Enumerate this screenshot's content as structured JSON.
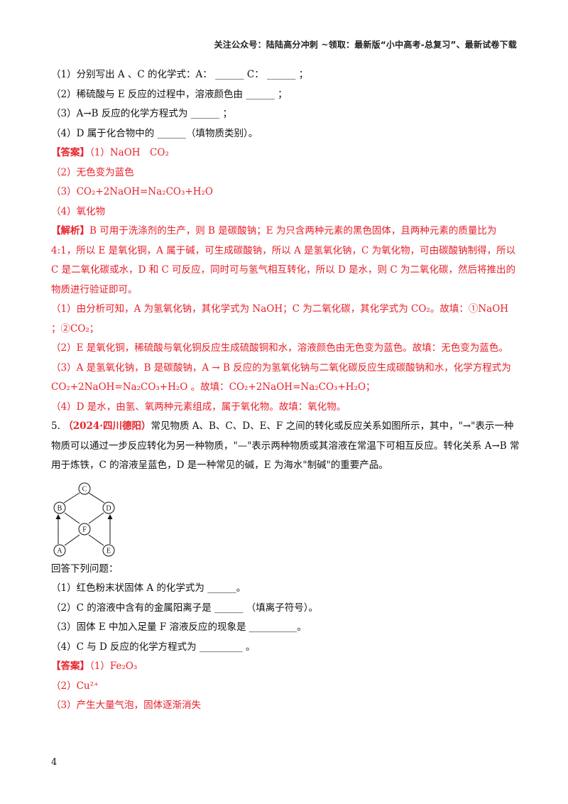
{
  "header": "关注公众号：陆陆高分冲刺 ~领取：最新版“小中高考-总复习”、最新试卷下载",
  "q4": {
    "lines": [
      "（1）分别写出 A 、C 的化学式：A： ______ C： ______ ；",
      "（2）稀硫酸与 E 反应的过程中，溶液颜色由 ______ ；",
      "（3）A→B 反应的化学方程式为 ______ ；",
      "（4）D 属于化合物中的 ______（填物质类别）。"
    ],
    "answer_tag": "【答案】",
    "answer_lines": [
      "（1）NaOH　CO₂",
      "（2）无色变为蓝色",
      "（3）CO₂+2NaOH=Na₂CO₃+H₂O",
      "（4）氧化物"
    ],
    "analysis_tag": "【解析】",
    "analysis_text": "B 可用于洗涤剂的生产，则 B 是碳酸钠；E 为只含两种元素的黑色固体，且两种元素的质量比为 4:1，所以 E 是氧化铜，A 属于碱，可生成碳酸钠，所以 A 是氢氧化钠，C 为氧化物，可由碳酸钠制得，所以 C 是二氧化碳或水，D 和 C 可反应，同时可与氢气相互转化，所以 D 是水，则 C 为二氧化碳，然后将推出的物质进行验证即可。",
    "explain_lines": [
      "（1）由分析可知，A 为氢氧化钠，其化学式为 NaOH；C 为二氧化碳，其化学式为 CO₂。故填：①NaOH ；②CO₂；",
      "（2）E 是氧化铜，稀硫酸与氧化铜反应生成硫酸铜和水，溶液颜色由无色变为蓝色。故填：无色变为蓝色。",
      "（3）A 是氢氧化钠，B 是碳酸钠，A → B 反应的为氢氧化钠与二氧化碳反应生成碳酸钠和水，化学方程式为 CO₂+2NaOH=Na₂CO₃+H₂O 。故填：CO₂+2NaOH=Na₂CO₃+H₂O；",
      "（4）D 是水，由氢、氧两种元素组成，属于氧化物。故填：氧化物。"
    ]
  },
  "q5": {
    "number": "5.",
    "source": "（2024·四川德阳）",
    "stem": "常见物质 A、B、C、D、E、F 之间的转化或反应关系如图所示，其中，\"→\"表示一种物质可以通过一步反应转化为另一种物质，\"—\"表示两种物质或其溶液在常温下可相互反应。转化关系 A→B 常用于炼铁，C 的溶液呈蓝色，D 是一种常见的碱，E 为海水\"制碱\"的重要产品。",
    "diagram_nodes": [
      "C",
      "B",
      "D",
      "F",
      "A",
      "E"
    ],
    "prompt": "回答下列问题：",
    "lines": [
      "（1）红色粉末状固体 A 的化学式为 ______。",
      "（2）C 的溶液中含有的金属阳离子是 ______ （填离子符号）。",
      "（3）固体 E 中加入足量 F 溶液反应的现象是 __________。",
      "（4）C 与 D 反应的化学方程式为 _________ 。"
    ],
    "answer_tag": "【答案】",
    "answer_lines": [
      "（1）Fe₂O₃",
      "（2）Cu²⁺",
      "（3）产生大量气泡，固体逐渐消失"
    ]
  },
  "page_number": "4"
}
